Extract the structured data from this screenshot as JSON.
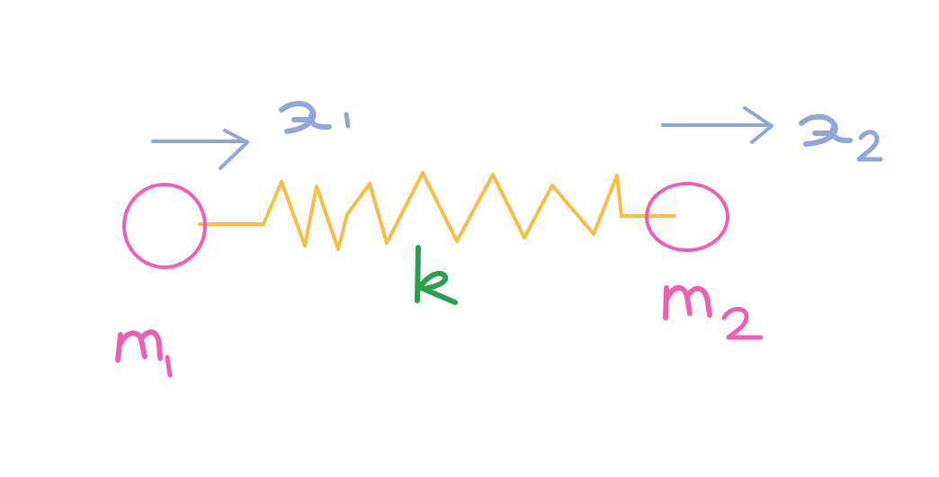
{
  "labels": {
    "mass_1": "m1",
    "mass_2": "m2",
    "spring_constant": "k",
    "displacement_1": "x1",
    "displacement_2": "x2"
  },
  "colors": {
    "background": "#ffffff",
    "mass": "#ee5fb4",
    "spring": "#f8bd42",
    "arrow": "#91a6d8",
    "spring_constant": "#2c9f4e"
  }
}
